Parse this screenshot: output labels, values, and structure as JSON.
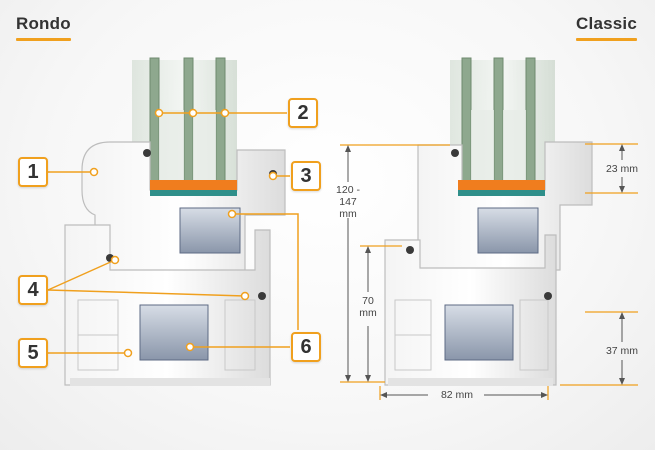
{
  "titles": {
    "left": "Rondo",
    "right": "Classic"
  },
  "colors": {
    "accent": "#f0a01e",
    "profile": "#ffffff",
    "glass": "#8ea88e",
    "seal": "#3a3a3a",
    "thermal": "#f07d1e",
    "reinforcement": "#4a5a8a"
  },
  "callouts": [
    "1",
    "2",
    "3",
    "4",
    "5",
    "6"
  ],
  "dimensions": {
    "glass_depth": [
      "120 -",
      "147",
      "mm"
    ],
    "frame_height": [
      "70",
      "mm"
    ],
    "bead_height": "23 mm",
    "sill_height": "37 mm",
    "frame_width": "82 mm"
  }
}
